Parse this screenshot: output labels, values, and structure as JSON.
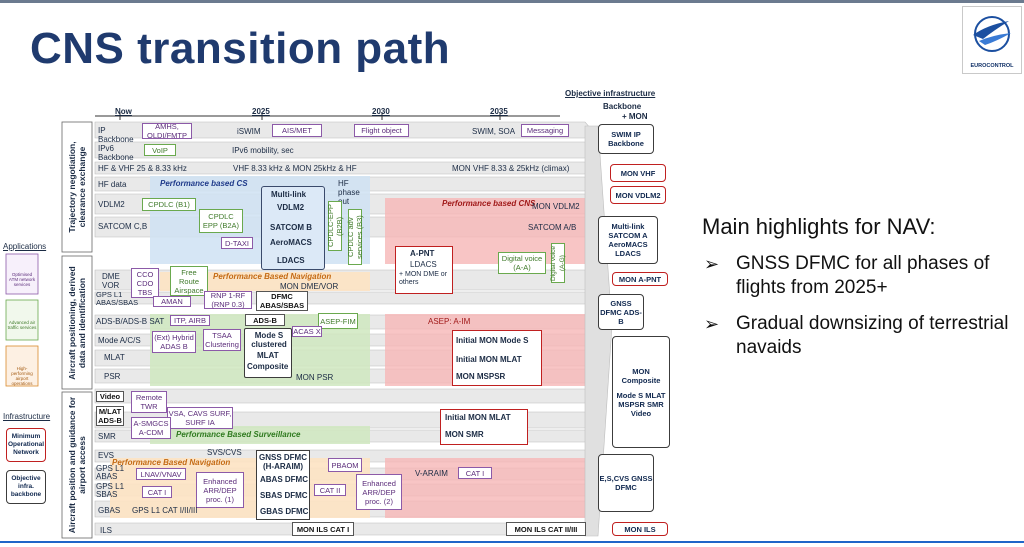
{
  "title": "CNS transition path",
  "logo": {
    "text": "EUROCONTROL",
    "icon": "eurocontrol-bird-logo"
  },
  "timeline": {
    "now": "Now",
    "y2025": "2025",
    "y2030": "2030",
    "y2035": "2035",
    "objective": "Objective infrastructure",
    "backbone": "Backbone",
    "mon": "+ MON"
  },
  "left_panel": {
    "applications": "Applications",
    "app1": "Optimised ATM network services",
    "app2": "Advanced air traffic services",
    "app3": "High-performing airport operations",
    "infrastructure": "Infrastructure",
    "infra1": "Minimum Operational Network",
    "infra2": "Objective infra. backbone"
  },
  "bands": {
    "b1": "Trajectory negotiation, clearance exchange",
    "b2": "Aircraft positioning, derived data and identification",
    "b3": "Aircraft position and guidance for airport access"
  },
  "rows": {
    "ip_backbone": "IP Backbone",
    "ipv6_backbone": "IPv6 Backbone",
    "hf_vhf": "HF & VHF 25 & 8.33 kHz",
    "hf_data": "HF data",
    "vdlm2": "VDLM2",
    "satcom": "SATCOM C,B",
    "dme": "DME VOR",
    "gps": "GPS L1 ABAS/SBAS",
    "adsb_sat": "ADS-B/ADS-B SAT",
    "mode_ac": "Mode A/C/S",
    "mlat": "MLAT",
    "psr": "PSR",
    "video": "Video",
    "mlat_adsb": "M/LAT ADS-B",
    "smr": "SMR",
    "evs": "EVS",
    "gps_abas": "GPS L1 ABAS",
    "gps_sbas": "GPS L1 SBAS",
    "gbas": "GBAS",
    "ils": "ILS"
  },
  "labels": {
    "amhs": "AMHS, OLDI/FMTP",
    "iswim": "iSWIM",
    "ais_met": "AIS/MET",
    "flight_object": "Flight object",
    "swim_soa": "SWIM, SOA",
    "messaging": "Messaging",
    "voip": "VoIP",
    "ipv6": "IPv6 mobility, sec",
    "vhf_mon": "VHF 8.33 kHz & MON 25kHz & HF",
    "mon_vhf_climax": "MON VHF 8.33 & 25kHz (climax)",
    "perf_cs": "Performance based CS",
    "multilink": "Multi-link",
    "ml_vdlm2": "VDLM2",
    "ml_satcomb": "SATCOM B",
    "ml_aeromacs": "AeroMACS",
    "ml_ldacs": "LDACS",
    "hf_phase": "HF phase out",
    "cpdlc_b1": "CPDLC (B1)",
    "cpdlc_epp": "CPDLC EPP (B2A)",
    "cpdlc_epp2": "CPDLC-EPP (B2B)",
    "cpdlc_adv": "CPDLC adv services (B3)",
    "dtaxi": "D-TAXI",
    "perf_cns": "Performance based CNS",
    "mon_vdlm2": "MON VDLM2",
    "satcom_ab": "SATCOM A/B",
    "apnt": "A-PNT",
    "ldacs": "LDACS",
    "mon_dme": "+ MON DME or others",
    "digital_voice": "Digital voice (A-A)",
    "digital_voice2": "Digital voice (A-G)",
    "cco": "CCO CDO TBS",
    "free_route": "Free Route Airspace",
    "pbn": "Performance Based Navigation",
    "mon_dme_vor": "MON DME/VOR",
    "aman": "AMAN",
    "rnp": "RNP 1-RF (RNP 0.3)",
    "dfmc": "DFMC ABAS/SBAS",
    "itp": "ITP, AIRB",
    "adsb": "ADS-B",
    "asep": "ASEP-FIM",
    "asep2": "ASEP: A-IM",
    "ext_hybrid": "(Ext) Hybrid ADAS B",
    "tsaa": "TSAA Clustering",
    "modes_clustered": "Mode S clustered",
    "mlat_c": "MLAT",
    "composite": "Composite",
    "acas_x": "ACAS X",
    "init_mon_modes": "Initial MON Mode S",
    "init_mon_mlat": "Initial MON MLAT",
    "mon_mspsr": "MON MSPSR",
    "mon_psr": "MON PSR",
    "remote_twr": "Remote TWR",
    "vsa": "VSA, CAVS SURF, SURF IA",
    "asmgcs": "A-SMGCS A-CDM",
    "perf_surv": "Performance Based Surveillance",
    "init_mon_mlat2": "Initial MON MLAT",
    "mon_smr": "MON SMR",
    "svs": "SVS/CVS",
    "pbn2": "Performance Based Navigation",
    "lnav": "LNAV/VNAV",
    "cat1": "CAT I",
    "enh1": "Enhanced ARR/DEP proc. (1)",
    "gnss_dfmc": "GNSS DFMC (H-ARAIM)",
    "abas_dfmc": "ABAS DFMC",
    "sbas_dfmc": "SBAS DFMC",
    "gbas_dfmc": "GBAS DFMC",
    "pbaom": "PBAOM",
    "cat2": "CAT II",
    "enh2": "Enhanced ARR/DEP proc. (2)",
    "varaim": "V-ARAIM",
    "cat1b": "CAT I",
    "gbas_cat": "GPS L1 CAT I/II/III",
    "mon_ils1": "MON ILS CAT I",
    "mon_ils2": "MON ILS CAT II/III"
  },
  "objectives": {
    "o1": "SWIM IP Backbone",
    "o2": "MON VHF",
    "o3": "MON VDLM2",
    "o4_title": "Multi-link",
    "o4": "SATCOM A AeroMACS LDACS",
    "o5": "MON A-PNT",
    "o6": "GNSS DFMC ADS-B",
    "o7_title": "MON Composite",
    "o7": "Mode S MLAT MSPSR SMR Video",
    "o8": "E,S,CVS GNSS DFMC",
    "o9": "MON ILS"
  },
  "highlights": {
    "heading": "Main highlights for NAV:",
    "item1": "GNSS DFMC for all phases of flights from 2025+",
    "item2": "Gradual downsizing of terrestrial navaids"
  },
  "colors": {
    "title": "#1f3a6e",
    "blue_zone": "#cfe2f3",
    "green_zone": "#cfe8bf",
    "orange_zone": "#fde3c3",
    "red_zone": "#f6b7b7",
    "grey_arrow": "#e6e6e6",
    "accent_line": "#1f66c8"
  }
}
